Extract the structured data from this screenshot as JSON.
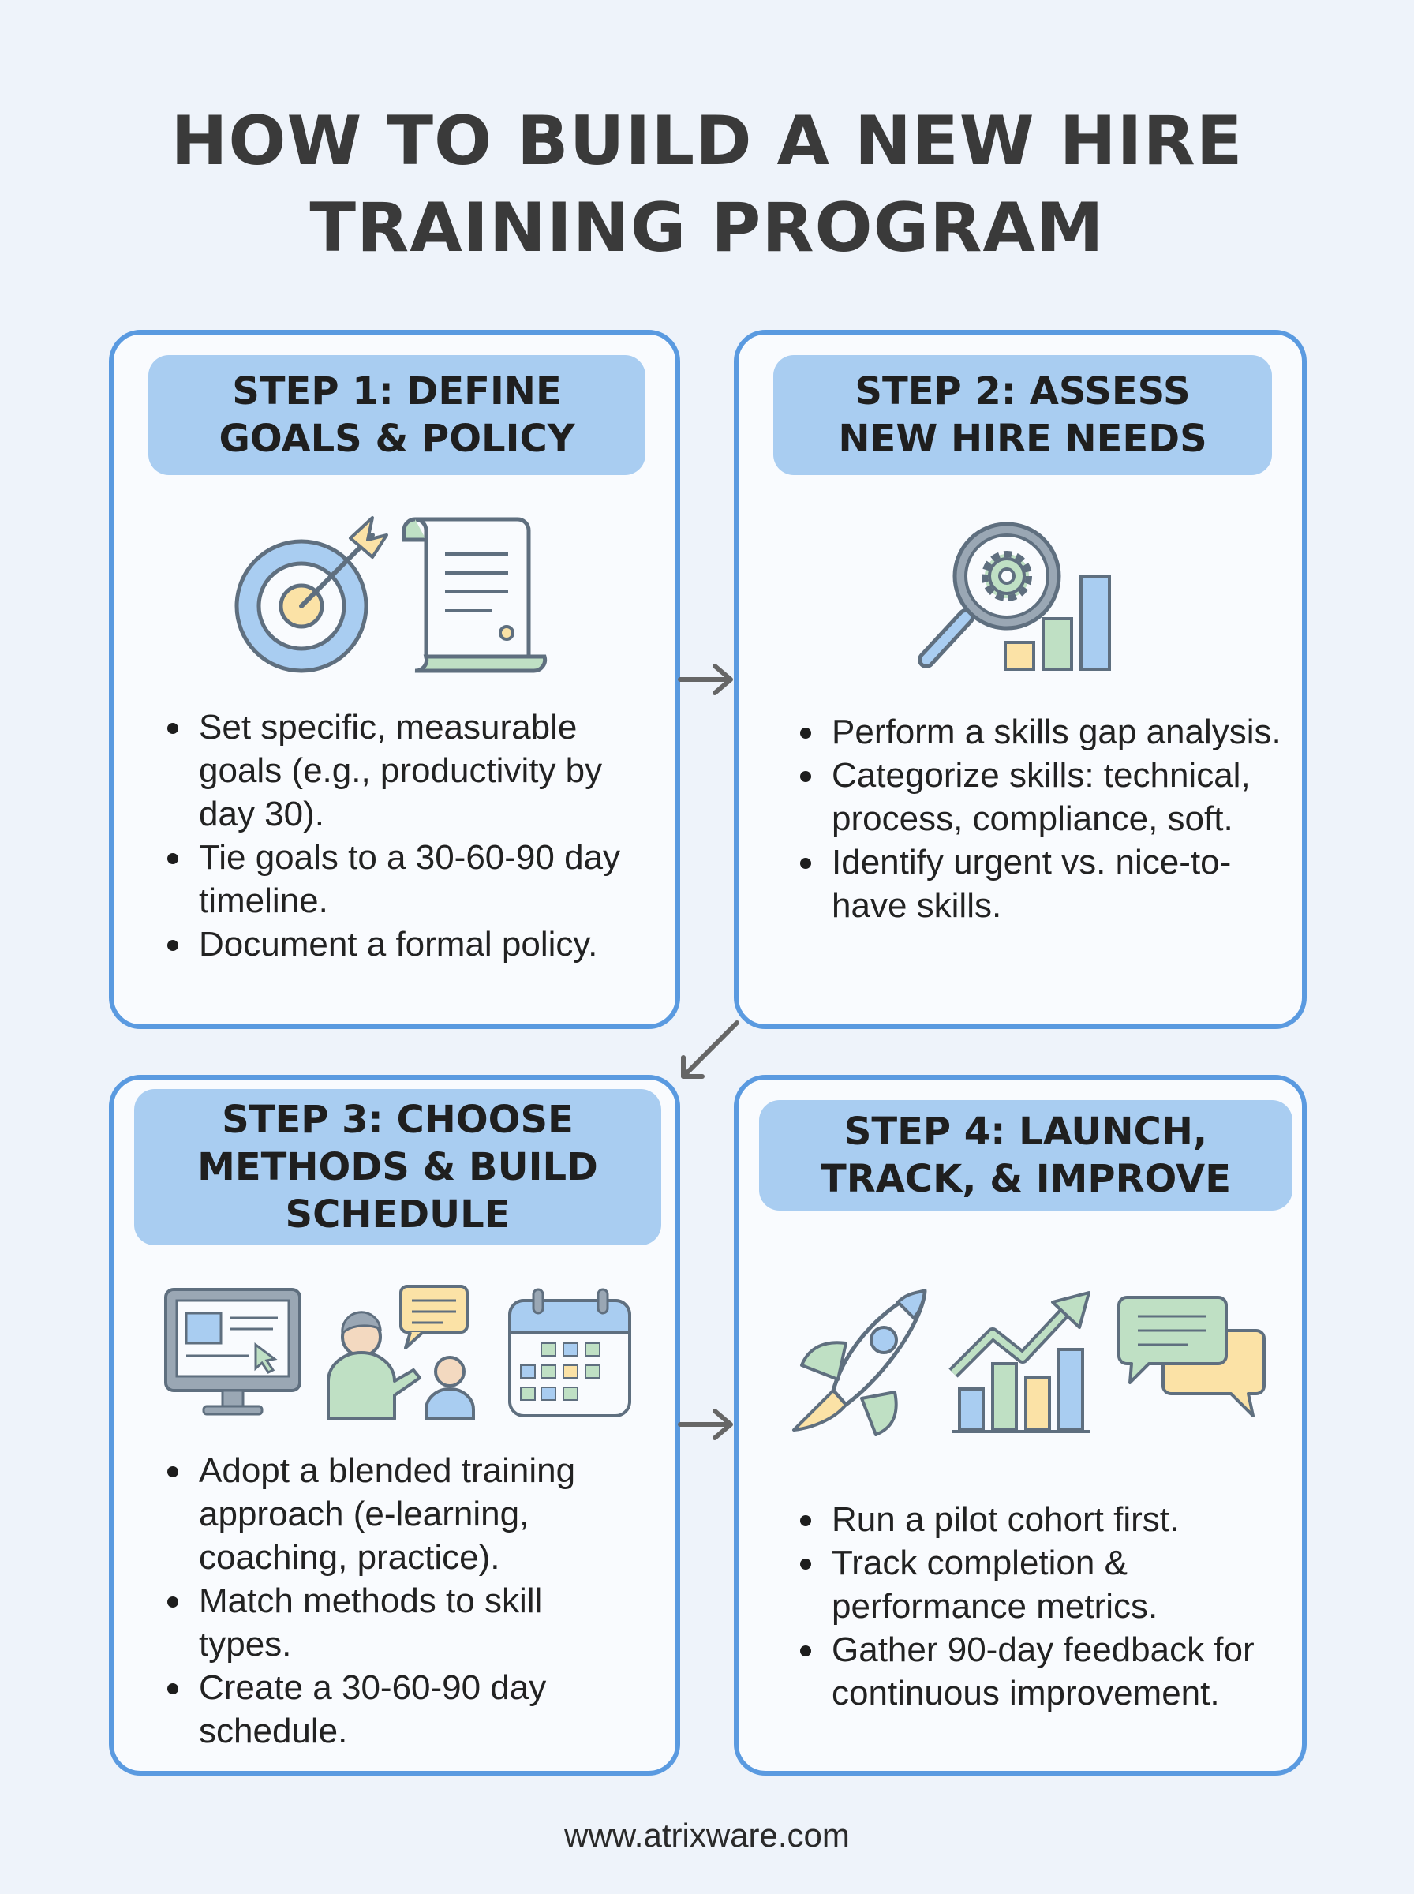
{
  "title_line1": "HOW TO BUILD A NEW HIRE",
  "title_line2": "TRAINING PROGRAM",
  "steps": [
    {
      "heading": "STEP 1: DEFINE\nGOALS & POLICY",
      "icons": [
        "target-icon",
        "policy-scroll-icon"
      ],
      "bullets": [
        "Set specific, measurable goals (e.g., productivity by day 30).",
        "Tie goals to a 30-60-90 day timeline.",
        "Document a formal policy."
      ]
    },
    {
      "heading": "STEP 2: ASSESS\nNEW HIRE NEEDS",
      "icons": [
        "magnifier-gear-chart-icon"
      ],
      "bullets": [
        "Perform a skills gap analysis.",
        "Categorize skills: technical, process, compliance, soft.",
        "Identify urgent vs. nice-to-have skills."
      ]
    },
    {
      "heading": "STEP 3: CHOOSE\nMETHODS & BUILD\nSCHEDULE",
      "icons": [
        "computer-monitor-icon",
        "coaching-people-icon",
        "calendar-icon"
      ],
      "bullets": [
        "Adopt a blended training approach (e-learning, coaching, practice).",
        "Match methods to skill types.",
        "Create a 30-60-90 day schedule."
      ]
    },
    {
      "heading": "STEP 4: LAUNCH,\nTRACK, & IMPROVE",
      "icons": [
        "rocket-icon",
        "growth-chart-icon",
        "chat-bubbles-icon"
      ],
      "bullets": [
        "Run a pilot cohort first.",
        "Track completion & performance metrics.",
        "Gather 90-day feedback for continuous improvement."
      ]
    }
  ],
  "footer": "www.atrixware.com",
  "colors": {
    "background": "#eef3fa",
    "card_border": "#5a9ae0",
    "card_header": "#a9cdf1",
    "icon_blue": "#a9cdf1",
    "icon_green": "#bfe0c4",
    "icon_yellow": "#fbe2a6",
    "icon_outline": "#5f6f7f"
  }
}
